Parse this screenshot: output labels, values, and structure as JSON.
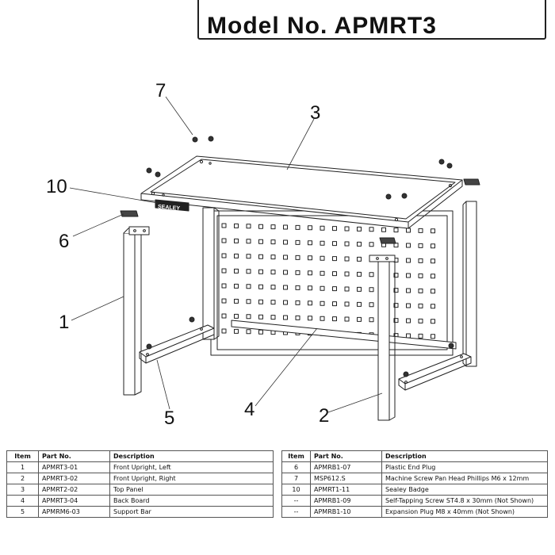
{
  "header": {
    "model_text": "Model No. APMRT3"
  },
  "callouts": [
    {
      "num": "1"
    },
    {
      "num": "2"
    },
    {
      "num": "3"
    },
    {
      "num": "4"
    },
    {
      "num": "5"
    },
    {
      "num": "6"
    },
    {
      "num": "7"
    },
    {
      "num": "10"
    }
  ],
  "badge": {
    "text": "SEALEY"
  },
  "table": {
    "headers": {
      "item": "Item",
      "part_no": "Part No.",
      "description": "Description"
    },
    "left_rows": [
      {
        "item": "1",
        "part_no": "APMRT3-01",
        "description": "Front Upright, Left"
      },
      {
        "item": "2",
        "part_no": "APMRT3-02",
        "description": "Front Upright, Right"
      },
      {
        "item": "3",
        "part_no": "APMRT2-02",
        "description": "Top Panel"
      },
      {
        "item": "4",
        "part_no": "APMRT3-04",
        "description": "Back Board"
      },
      {
        "item": "5",
        "part_no": "APMRM6-03",
        "description": "Support Bar"
      }
    ],
    "right_rows": [
      {
        "item": "6",
        "part_no": "APMRB1-07",
        "description": "Plastic End Plug"
      },
      {
        "item": "7",
        "part_no": "MSP612.S",
        "description": "Machine Screw Pan Head Phillips M6 x 12mm"
      },
      {
        "item": "10",
        "part_no": "APMRT1-11",
        "description": "Sealey Badge"
      },
      {
        "item": "--",
        "part_no": "APMRB1-09",
        "description": "Self-Tapping Screw ST4.8 x 30mm (Not Shown)"
      },
      {
        "item": "--",
        "part_no": "APMRB1-10",
        "description": "Expansion Plug M8 x 40mm (Not Shown)"
      }
    ]
  }
}
